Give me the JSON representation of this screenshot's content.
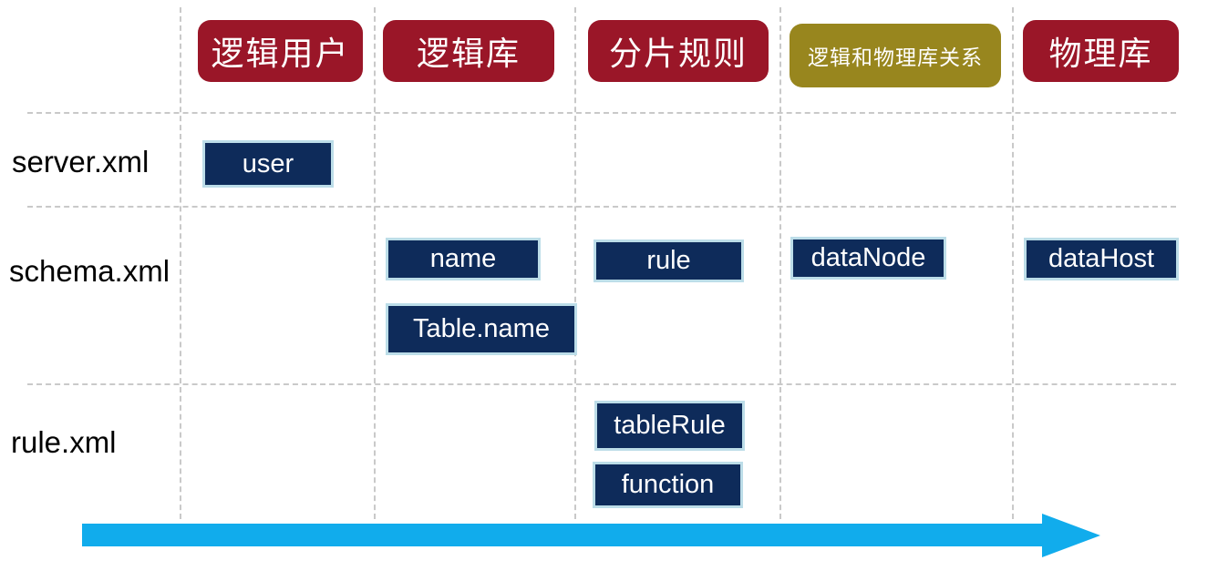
{
  "diagram": {
    "columns": [
      {
        "label": "逻辑用户"
      },
      {
        "label": "逻辑库"
      },
      {
        "label": "分片规则"
      },
      {
        "label": "逻辑和物理库关系"
      },
      {
        "label": "物理库"
      }
    ],
    "files": [
      {
        "label": "server.xml"
      },
      {
        "label": "schema.xml"
      },
      {
        "label": "rule.xml"
      }
    ],
    "nodes": [
      {
        "label": "user",
        "file": "server.xml",
        "column": "逻辑用户"
      },
      {
        "label": "name",
        "file": "schema.xml",
        "column": "逻辑库"
      },
      {
        "label": "Table.name",
        "file": "schema.xml",
        "column": "逻辑库"
      },
      {
        "label": "rule",
        "file": "schema.xml",
        "column": "分片规则"
      },
      {
        "label": "dataNode",
        "file": "schema.xml",
        "column": "逻辑和物理库关系"
      },
      {
        "label": "dataHost",
        "file": "schema.xml",
        "column": "物理库"
      },
      {
        "label": "tableRule",
        "file": "rule.xml",
        "column": "分片规则"
      },
      {
        "label": "function",
        "file": "rule.xml",
        "column": "分片规则"
      }
    ],
    "colors": {
      "header_red": "#9A1628",
      "header_gold": "#98861E",
      "node_navy": "#0E2B5A",
      "node_border": "#BCDDE8",
      "arrow": "#11ACEC",
      "grid": "#C9C9C9"
    }
  }
}
